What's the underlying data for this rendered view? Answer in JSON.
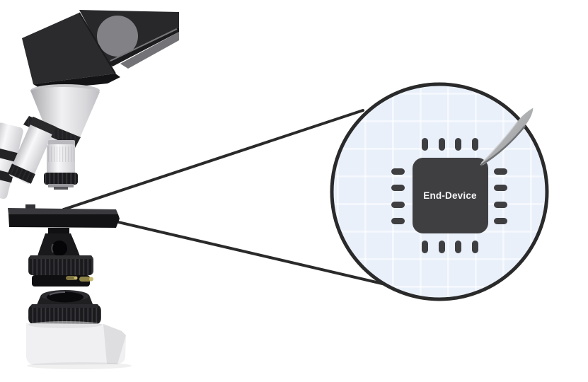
{
  "figure": {
    "description": "Light microscope with magnifying callout circle showing a chip being probed",
    "magnifier": {
      "chip_label": "End-Device"
    },
    "icons": {
      "microscope": "microscope-illustration",
      "chip": "end-device-chip-icon",
      "probe": "probe-blade-icon",
      "lens": "magnifier-lens"
    },
    "colors": {
      "background": "#ffffff",
      "lens_fill": "#e9f0fa",
      "lens_border": "#2a2a2b",
      "grid_line": "#ffffff",
      "chip_body": "#3f3f41",
      "chip_label_text": "#f4f4f6",
      "probe_blade": "#a9abad",
      "callout_line": "#2a2a2b",
      "microscope_dark": "#242427",
      "microscope_light": "#e8e8ea",
      "screw_brass": "#8f8448"
    }
  }
}
